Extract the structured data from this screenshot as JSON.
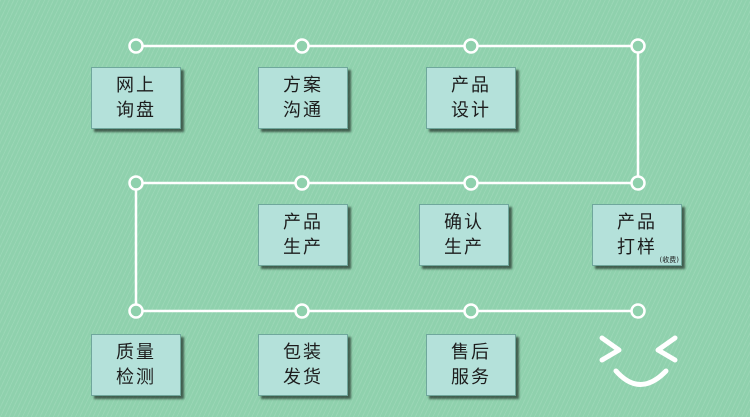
{
  "colors": {
    "background": "#8fd1ad",
    "box": "#b4e1da",
    "line": "#ffffff",
    "text": "#1d1d1d"
  },
  "steps": {
    "s1": {
      "line1": "网上",
      "line2": "询盘"
    },
    "s2": {
      "line1": "方案",
      "line2": "沟通"
    },
    "s3": {
      "line1": "产品",
      "line2": "设计"
    },
    "s4": {
      "line1": "产品",
      "line2": "打样",
      "note": "(收费)"
    },
    "s5": {
      "line1": "确认",
      "line2": "生产"
    },
    "s6": {
      "line1": "产品",
      "line2": "生产"
    },
    "s7": {
      "line1": "质量",
      "line2": "检测"
    },
    "s8": {
      "line1": "包装",
      "line2": "发货"
    },
    "s9": {
      "line1": "售后",
      "line2": "服务"
    }
  },
  "decoration": {
    "icon": "smiley-face-icon"
  }
}
